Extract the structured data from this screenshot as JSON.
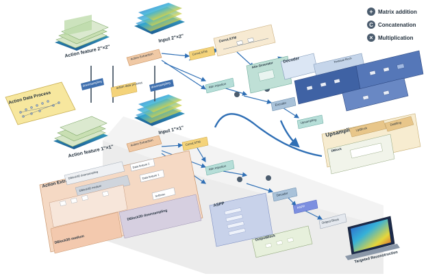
{
  "legend": {
    "items": [
      {
        "symbol": "+",
        "label": "Matrix addition"
      },
      {
        "symbol": "C",
        "label": "Concatenation"
      },
      {
        "symbol": "×",
        "label": "Multiplication"
      }
    ]
  },
  "stacks": {
    "action_feature_top": "Action feature 2\"×2\"",
    "input_top": "Input 2\"×2\"",
    "action_feature_bottom": "Action feature 1\"×1\"",
    "input_bottom": "Input 1\"×1\""
  },
  "panels": {
    "action_data_process": "Action Data Process",
    "action_extraction": "Action Extraction",
    "dblock_medium": "DBlock3D medium",
    "dblock_downsampling": "DBlock3D downsampling",
    "aspp": "ASPP",
    "output_block": "OutputBlock",
    "upsampling": "Upsampling",
    "decoder": "Decoder",
    "targeted_reconstruction": "Targeted Reconstruction"
  },
  "nodes": {
    "downsampling_left": "downsampling",
    "action_data_process_box": "action data process",
    "downsampling_right": "downsampling",
    "action_extraction_top": "Action Extraction",
    "action_extraction_bottom": "Action Extraction",
    "convlstm_top": "ConvLSTM",
    "convlstm_bottom": "ConvLSTM",
    "convlstm_panel": "ConvLSTM",
    "attn_injection_top": "Attn Injection",
    "attn_injection_bottom": "Attn Injection",
    "attn_generator": "Attn Generator",
    "encoder": "Encoder",
    "upsampling_box": "Upsampling",
    "decoder_box": "Decoder",
    "aspp_box": "ASPP",
    "output_block_box": "Output Block",
    "residual_block": "Residual Block",
    "data_feature_2": "Data feature 2",
    "data_feature_1": "Data feature 1",
    "dblock_downsampling_label": "DBlock3D downsampling",
    "dblock_medium_label": "DBlock3D medium",
    "softmax": "Softmax",
    "dblock_small": "DBlock",
    "up_block": "UpBlock",
    "distilling": "Distilling"
  }
}
